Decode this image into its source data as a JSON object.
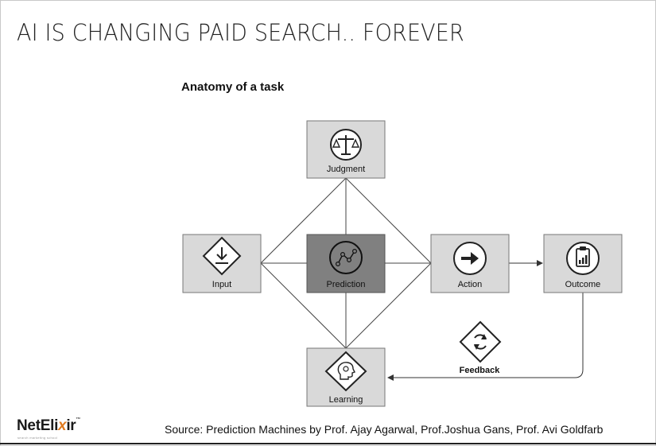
{
  "slide": {
    "title": "AI IS CHANGING PAID SEARCH.. FOREVER",
    "subtitle": "Anatomy of a task"
  },
  "diagram": {
    "nodes": {
      "judgment": {
        "label": "Judgment",
        "icon": "scales-icon"
      },
      "input": {
        "label": "Input",
        "icon": "download-icon"
      },
      "prediction": {
        "label": "Prediction",
        "icon": "trend-line-icon"
      },
      "action": {
        "label": "Action",
        "icon": "arrow-right-icon"
      },
      "outcome": {
        "label": "Outcome",
        "icon": "clipboard-chart-icon"
      },
      "learning": {
        "label": "Learning",
        "icon": "brain-head-icon"
      }
    },
    "feedback": {
      "label": "Feedback",
      "icon": "refresh-icon"
    },
    "colors": {
      "node_fill": "#d9d9d9",
      "prediction_fill": "#808080",
      "stroke": "#555555"
    }
  },
  "footer": {
    "logo": {
      "brand": "NetEli",
      "brand_x": "x",
      "brand_end": "ir",
      "tm": "™",
      "tagline": "search marketing school"
    },
    "source": "Source: Prediction Machines by Prof. Ajay Agarwal, Prof.Joshua Gans, Prof. Avi Goldfarb"
  }
}
